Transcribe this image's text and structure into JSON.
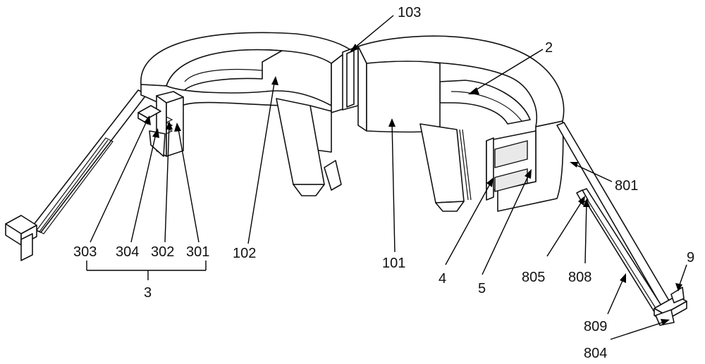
{
  "labels": {
    "l103": "103",
    "l2": "2",
    "l801": "801",
    "l9": "9",
    "l303": "303",
    "l304": "304",
    "l302": "302",
    "l301": "301",
    "l3": "3",
    "l102": "102",
    "l101": "101",
    "l4": "4",
    "l5": "5",
    "l805": "805",
    "l808": "808",
    "l809": "809",
    "l804": "804"
  }
}
